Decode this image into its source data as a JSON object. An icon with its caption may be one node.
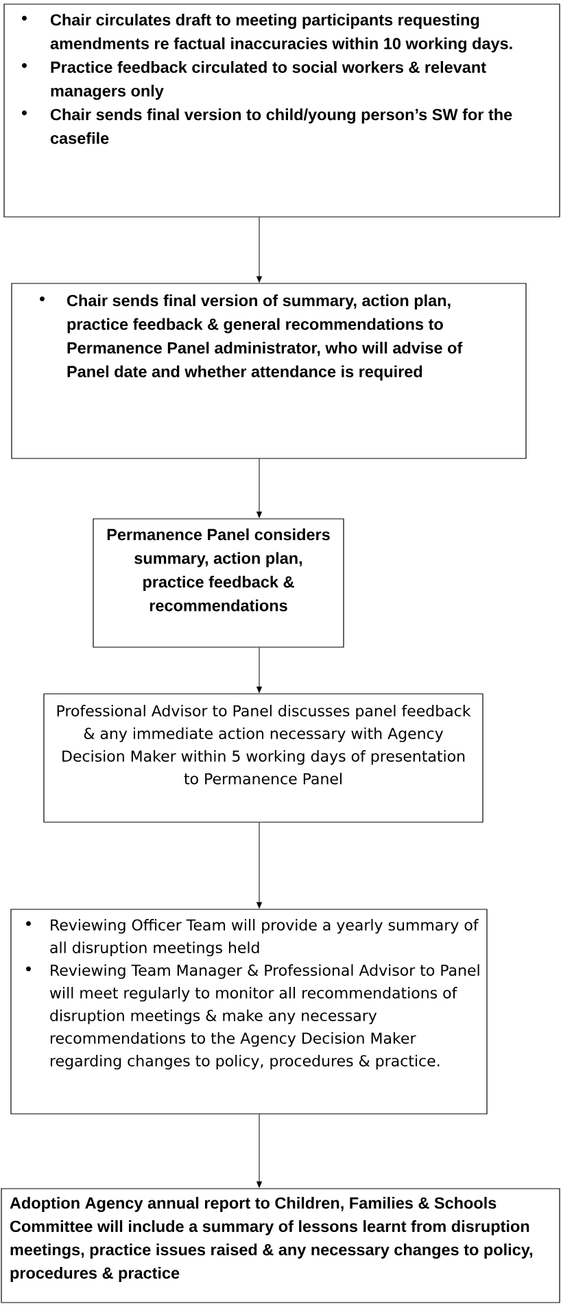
{
  "diagram": {
    "nodes": [
      {
        "text": [
          "Chair circulates draft to meeting participants requesting amendments re factual inaccuracies within 10 working days.",
          "Practice feedback circulated to social workers & relevant managers only",
          "Chair sends final version to child/young person’s SW for the casefile"
        ]
      },
      {
        "text": [
          "Chair sends final version of summary, action plan, practice feedback & general recommendations to Permanence Panel administrator, who will advise of Panel date and whether attendance is required"
        ]
      },
      {
        "text": [
          "Permanence Panel considers summary, action plan, practice feedback & recommendations"
        ]
      },
      {
        "text": [
          "Professional Advisor to Panel discusses panel feedback & any immediate action necessary with Agency Decision Maker within 5 working days of presentation to Permanence Panel"
        ]
      },
      {
        "text": [
          "Reviewing Officer Team will provide a yearly summary of all disruption meetings held",
          "Reviewing Team Manager & Professional Advisor to Panel will meet regularly to monitor all recommendations of disruption meetings & make any necessary recommendations to the Agency Decision Maker regarding changes to policy, procedures & practice."
        ]
      },
      {
        "text": [
          "Adoption Agency annual report to Children, Families & Schools Committee will include a summary of lessons learnt from disruption meetings, practice issues raised & any necessary changes to policy, procedures & practice"
        ]
      }
    ],
    "edges": [
      {
        "from": 0,
        "to": 1,
        "arrow": "to"
      },
      {
        "from": 1,
        "to": 2,
        "arrow": "to"
      },
      {
        "from": 2,
        "to": 3,
        "arrow": "to"
      },
      {
        "from": 3,
        "to": 4,
        "arrow": "to"
      },
      {
        "from": 4,
        "to": 5,
        "arrow": "to"
      }
    ]
  }
}
